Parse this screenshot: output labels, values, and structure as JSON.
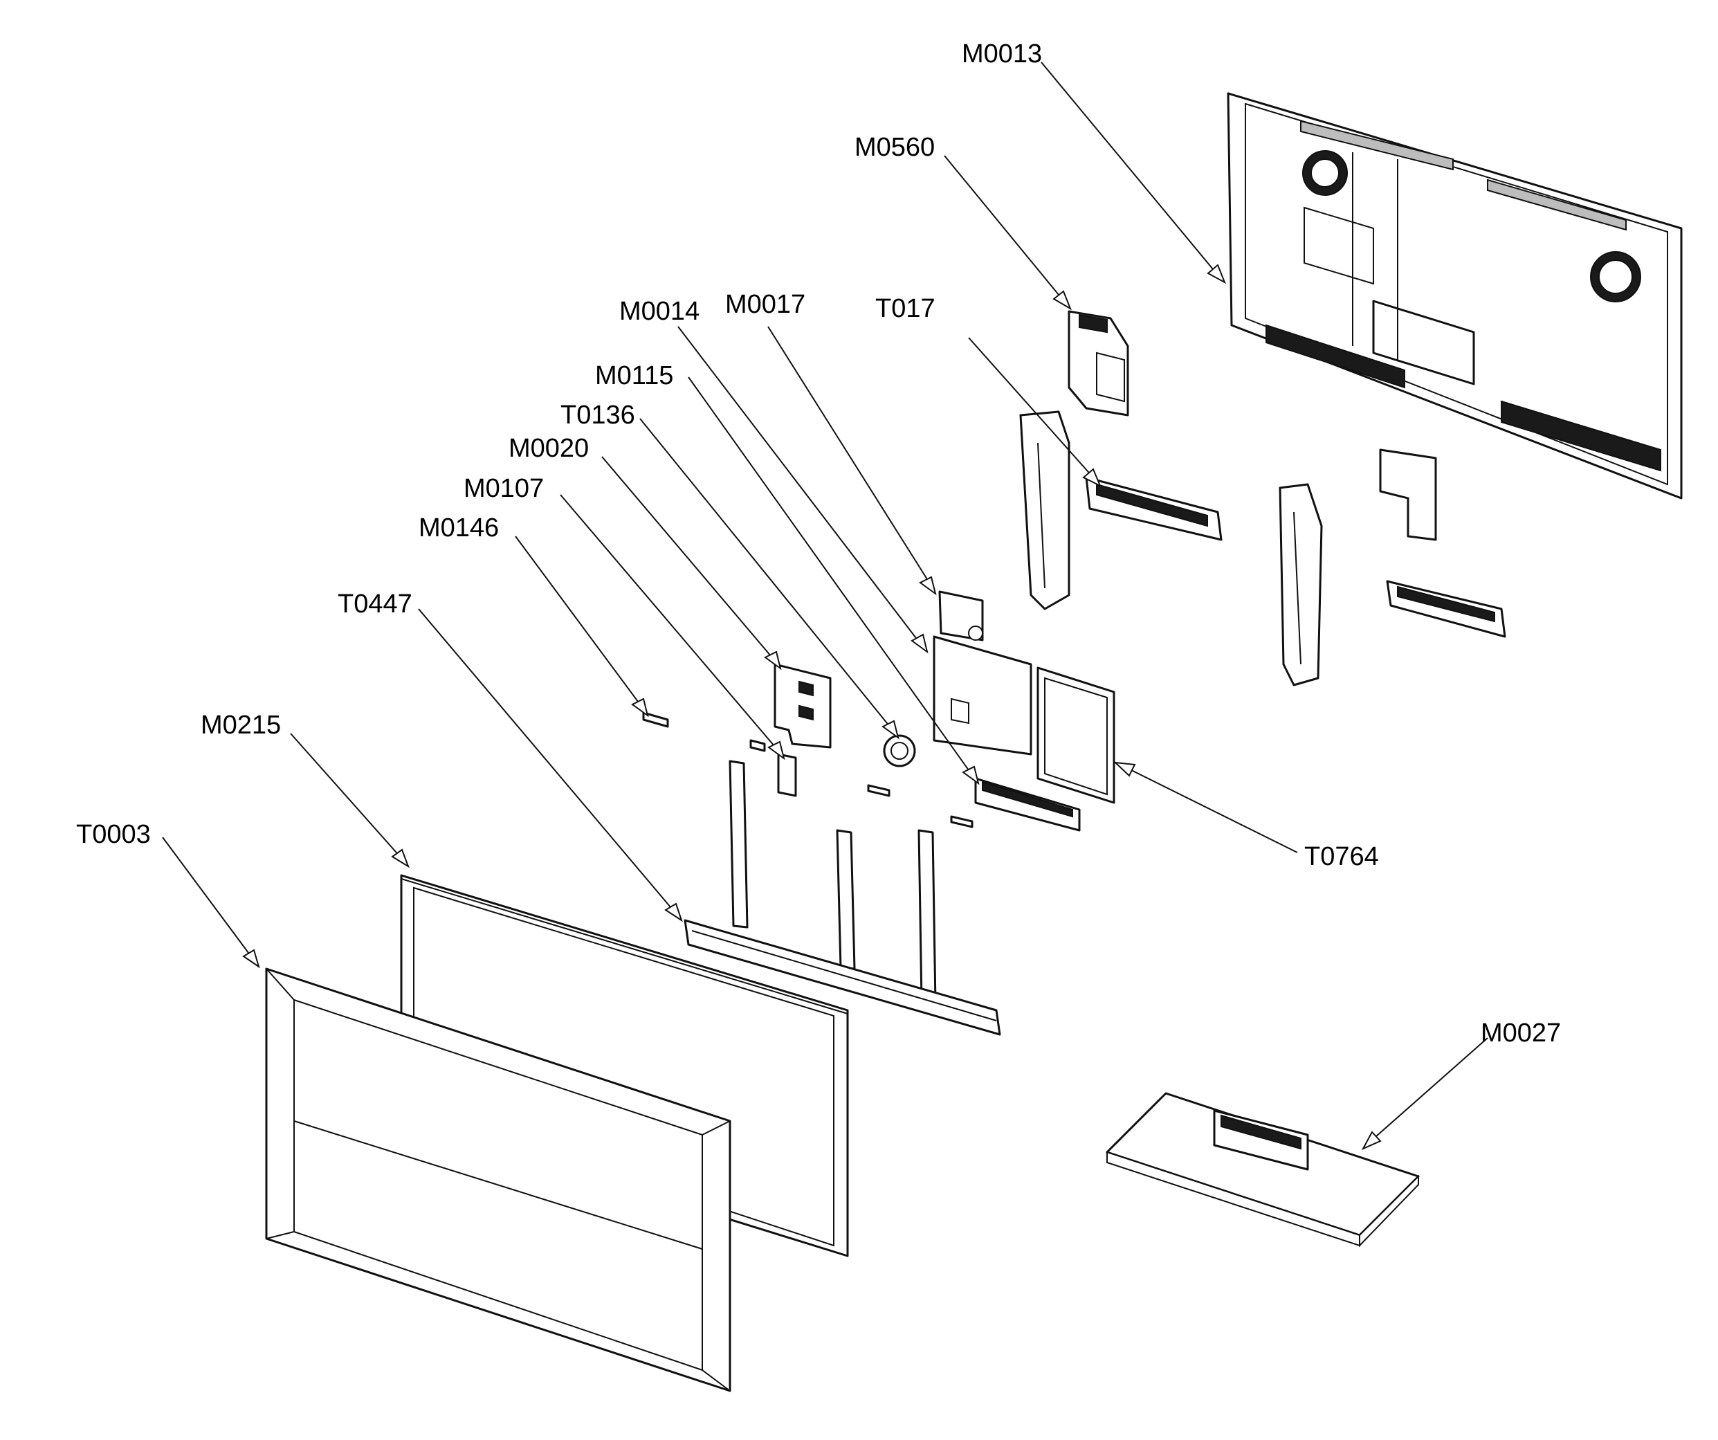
{
  "labels": {
    "m0013": "M0013",
    "m0560": "M0560",
    "m0014": "M0014",
    "m0017": "M0017",
    "t017": "T017",
    "m0115": "M0115",
    "t0136": "T0136",
    "m0020": "M0020",
    "m0107": "M0107",
    "m0146": "M0146",
    "t0447": "T0447",
    "m0215": "M0215",
    "t0003": "T0003",
    "t0764": "T0764",
    "m0027": "M0027"
  }
}
